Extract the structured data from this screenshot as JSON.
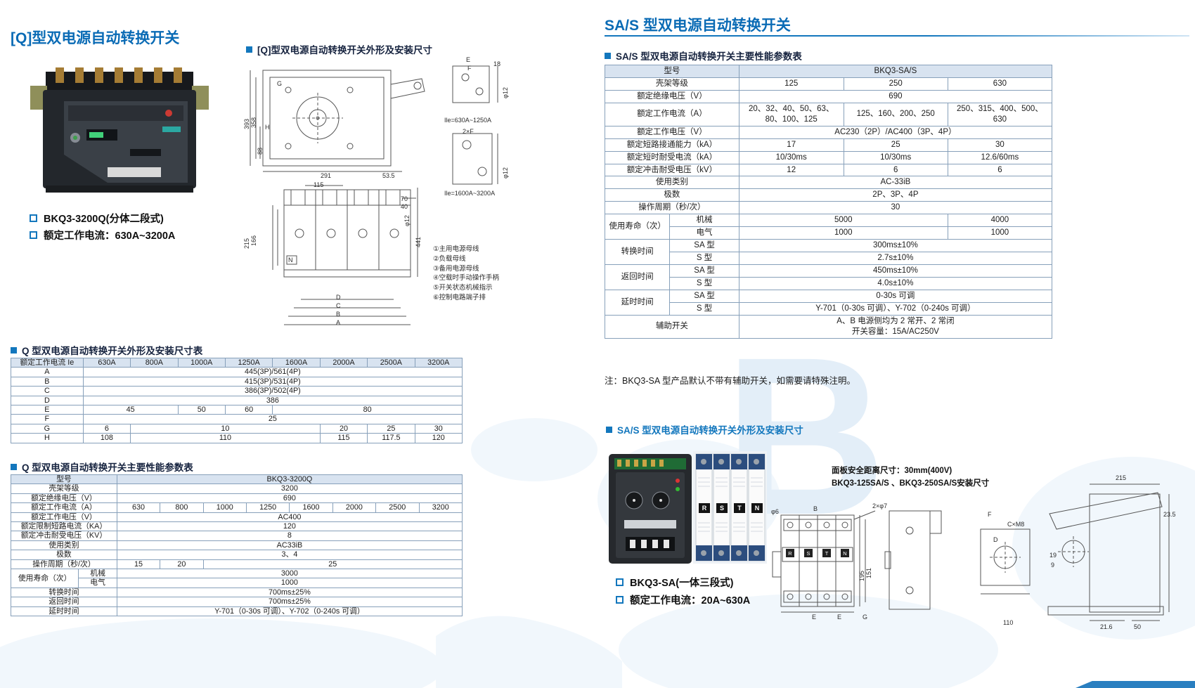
{
  "page": {
    "watermark_letter": "B"
  },
  "left": {
    "title": "[Q]型双电源自动转换开关",
    "bullets": [
      "BKQ3-3200Q(分体二段式)",
      "额定工作电流：630A~3200A"
    ],
    "drawing": {
      "title": "[Q]型双电源自动转换开关外形及安装尺寸",
      "labels": {
        "d393": "393",
        "d358": "358",
        "d88": "88",
        "g": "G",
        "h": "H",
        "d291": "291",
        "d53": "53.5",
        "e": "E",
        "f": "F",
        "d18": "18",
        "phi12a": "φ12",
        "ile1": "Ile=630A~1250A",
        "f2": "2×F",
        "phi12b": "φ12",
        "ile2": "Ile=1600A~3200A",
        "d115": "115",
        "d215": "215",
        "d166": "166",
        "d441": "441",
        "d70": "70",
        "d40": "40",
        "phi12c": "φ12",
        "n": "N",
        "dd": "D",
        "dc": "C",
        "db": "B",
        "da": "A"
      },
      "legend": [
        "①主用电源母线",
        "②负载母线",
        "③备用电源母线",
        "④空载时手动操作手柄",
        "⑤开关状态机械指示",
        "⑥控制电路端子排"
      ]
    },
    "dims_table": {
      "caption": "Q 型双电源自动转换开关外形及安装尺寸表",
      "header": [
        "额定工作电流 Ie",
        "630A",
        "800A",
        "1000A",
        "1250A",
        "1600A",
        "2000A",
        "2500A",
        "3200A"
      ],
      "rows": [
        [
          {
            "t": "A"
          },
          {
            "t": "445(3P)/561(4P)",
            "cs": 8
          }
        ],
        [
          {
            "t": "B"
          },
          {
            "t": "415(3P)/531(4P)",
            "cs": 8
          }
        ],
        [
          {
            "t": "C"
          },
          {
            "t": "386(3P)/502(4P)",
            "cs": 8
          }
        ],
        [
          {
            "t": "D"
          },
          {
            "t": "386",
            "cs": 8
          }
        ],
        [
          {
            "t": "E"
          },
          {
            "t": "45",
            "cs": 2
          },
          {
            "t": "50"
          },
          {
            "t": "60"
          },
          {
            "t": "80",
            "cs": 4
          }
        ],
        [
          {
            "t": "F"
          },
          {
            "t": "25",
            "cs": 8
          }
        ],
        [
          {
            "t": "G"
          },
          {
            "t": "6"
          },
          {
            "t": "10",
            "cs": 4
          },
          {
            "t": "20"
          },
          {
            "t": "25"
          },
          {
            "t": "30"
          }
        ],
        [
          {
            "t": "H"
          },
          {
            "t": "108"
          },
          {
            "t": "110",
            "cs": 4
          },
          {
            "t": "115"
          },
          {
            "t": "117.5"
          },
          {
            "t": "120"
          }
        ]
      ]
    },
    "perf_table": {
      "caption": "Q 型双电源自动转换开关主要性能参数表",
      "rows": [
        [
          {
            "t": "型号",
            "cs": 2,
            "h": 1
          },
          {
            "t": "BKQ3-3200Q",
            "cs": 8,
            "h": 1
          }
        ],
        [
          {
            "t": "壳架等级",
            "cs": 2
          },
          {
            "t": "3200",
            "cs": 8
          }
        ],
        [
          {
            "t": "额定绝缘电压（V）",
            "cs": 2
          },
          {
            "t": "690",
            "cs": 8
          }
        ],
        [
          {
            "t": "额定工作电流（A）",
            "cs": 2
          },
          {
            "t": "630"
          },
          {
            "t": "800"
          },
          {
            "t": "1000"
          },
          {
            "t": "1250"
          },
          {
            "t": "1600"
          },
          {
            "t": "2000"
          },
          {
            "t": "2500"
          },
          {
            "t": "3200"
          }
        ],
        [
          {
            "t": "额定工作电压（V）",
            "cs": 2
          },
          {
            "t": "AC400",
            "cs": 8
          }
        ],
        [
          {
            "t": "额定限制短路电流（KA）",
            "cs": 2
          },
          {
            "t": "120",
            "cs": 8
          }
        ],
        [
          {
            "t": "额定冲击耐受电压（KV）",
            "cs": 2
          },
          {
            "t": "8",
            "cs": 8
          }
        ],
        [
          {
            "t": "使用类别",
            "cs": 2
          },
          {
            "t": "AC33iB",
            "cs": 8
          }
        ],
        [
          {
            "t": "极数",
            "cs": 2
          },
          {
            "t": "3、4",
            "cs": 8
          }
        ],
        [
          {
            "t": "操作周期（秒/次）",
            "cs": 2
          },
          {
            "t": "15"
          },
          {
            "t": "20"
          },
          {
            "t": "25",
            "cs": 6
          }
        ],
        [
          {
            "t": "使用寿命（次）",
            "rs": 2
          },
          {
            "t": "机械"
          },
          {
            "t": "3000",
            "cs": 8
          }
        ],
        [
          {
            "t": "电气"
          },
          {
            "t": "1000",
            "cs": 8
          }
        ],
        [
          {
            "t": "转换时间",
            "cs": 2
          },
          {
            "t": "700ms±25%",
            "cs": 8
          }
        ],
        [
          {
            "t": "返回时间",
            "cs": 2
          },
          {
            "t": "700ms±25%",
            "cs": 8
          }
        ],
        [
          {
            "t": "延时时间",
            "cs": 2
          },
          {
            "t": "Y-701（0-30s 可调）、Y-702（0-240s 可调）",
            "cs": 8
          }
        ]
      ]
    }
  },
  "right": {
    "title": "SA/S 型双电源自动转换开关",
    "sa_table": {
      "caption": "SA/S 型双电源自动转换开关主要性能参数表",
      "rows": [
        [
          {
            "t": "型号",
            "cs": 2,
            "h": 1
          },
          {
            "t": "BKQ3-SA/S",
            "cs": 3,
            "h": 1
          }
        ],
        [
          {
            "t": "壳架等级",
            "cs": 2
          },
          {
            "t": "125"
          },
          {
            "t": "250"
          },
          {
            "t": "630"
          }
        ],
        [
          {
            "t": "额定绝缘电压（V）",
            "cs": 2
          },
          {
            "t": "690",
            "cs": 3
          }
        ],
        [
          {
            "t": "额定工作电流（A）",
            "cs": 2
          },
          {
            "t": "20、32、40、50、63、80、100、125"
          },
          {
            "t": "125、160、200、250"
          },
          {
            "t": "250、315、400、500、630"
          }
        ],
        [
          {
            "t": "额定工作电压（V）",
            "cs": 2
          },
          {
            "t": "AC230（2P）/AC400（3P、4P）",
            "cs": 3
          }
        ],
        [
          {
            "t": "额定短路接通能力（kA）",
            "cs": 2
          },
          {
            "t": "17"
          },
          {
            "t": "25"
          },
          {
            "t": "30"
          }
        ],
        [
          {
            "t": "额定短时耐受电流（kA）",
            "cs": 2
          },
          {
            "t": "10/30ms"
          },
          {
            "t": "10/30ms"
          },
          {
            "t": "12.6/60ms"
          }
        ],
        [
          {
            "t": "额定冲击耐受电压（kV）",
            "cs": 2
          },
          {
            "t": "12"
          },
          {
            "t": "6"
          },
          {
            "t": "6"
          }
        ],
        [
          {
            "t": "使用类别",
            "cs": 2
          },
          {
            "t": "AC-33iB",
            "cs": 3
          }
        ],
        [
          {
            "t": "极数",
            "cs": 2
          },
          {
            "t": "2P、3P、4P",
            "cs": 3
          }
        ],
        [
          {
            "t": "操作周期（秒/次）",
            "cs": 2
          },
          {
            "t": "30",
            "cs": 3
          }
        ],
        [
          {
            "t": "使用寿命（次）",
            "rs": 2
          },
          {
            "t": "机械"
          },
          {
            "t": "5000",
            "cs": 2
          },
          {
            "t": "4000"
          }
        ],
        [
          {
            "t": "电气"
          },
          {
            "t": "1000",
            "cs": 2
          },
          {
            "t": "1000"
          }
        ],
        [
          {
            "t": "转换时间",
            "rs": 2
          },
          {
            "t": "SA 型"
          },
          {
            "t": "300ms±10%",
            "cs": 3
          }
        ],
        [
          {
            "t": "S 型"
          },
          {
            "t": "2.7s±10%",
            "cs": 3
          }
        ],
        [
          {
            "t": "返回时间",
            "rs": 2
          },
          {
            "t": "SA 型"
          },
          {
            "t": "450ms±10%",
            "cs": 3
          }
        ],
        [
          {
            "t": "S 型"
          },
          {
            "t": "4.0s±10%",
            "cs": 3
          }
        ],
        [
          {
            "t": "延时时间",
            "rs": 2
          },
          {
            "t": "SA 型"
          },
          {
            "t": "0-30s 可调",
            "cs": 3
          }
        ],
        [
          {
            "t": "S 型"
          },
          {
            "t": "Y-701（0-30s 可调）、Y-702（0-240s 可调）",
            "cs": 3
          }
        ],
        [
          {
            "t": "辅助开关",
            "cs": 2
          },
          {
            "t": "A、B 电源侧均为 2 常开、2 常闭\n开关容量：15A/AC250V",
            "cs": 3
          }
        ]
      ]
    },
    "note": "注：BKQ3-SA 型产品默认不带有辅助开关，如需要请特殊注明。",
    "drawing_section_title": "SA/S 型双电源自动转换开关外形及安装尺寸",
    "bullets": [
      "BKQ3-SA(一体三段式)",
      "额定工作电流：20A~630A"
    ],
    "photo": {
      "modules": [
        "R",
        "S",
        "T",
        "N"
      ]
    },
    "drawing": {
      "note1": "面板安全距离尺寸：30mm(400V)",
      "note2": "BKQ3-125SA/S 、BKQ3-250SA/S安装尺寸",
      "labels": {
        "d215": "215",
        "d235": "23.5",
        "cm8": "C×M8",
        "phi7": "2×φ7",
        "f": "F",
        "d": "D",
        "b": "B",
        "phi6": "φ6",
        "d195": "195",
        "d151": "151",
        "d19": "19",
        "d9": "9",
        "d216": "21.6",
        "d50": "50",
        "d110": "110",
        "e1": "E",
        "e2": "E",
        "g": "G"
      }
    }
  }
}
